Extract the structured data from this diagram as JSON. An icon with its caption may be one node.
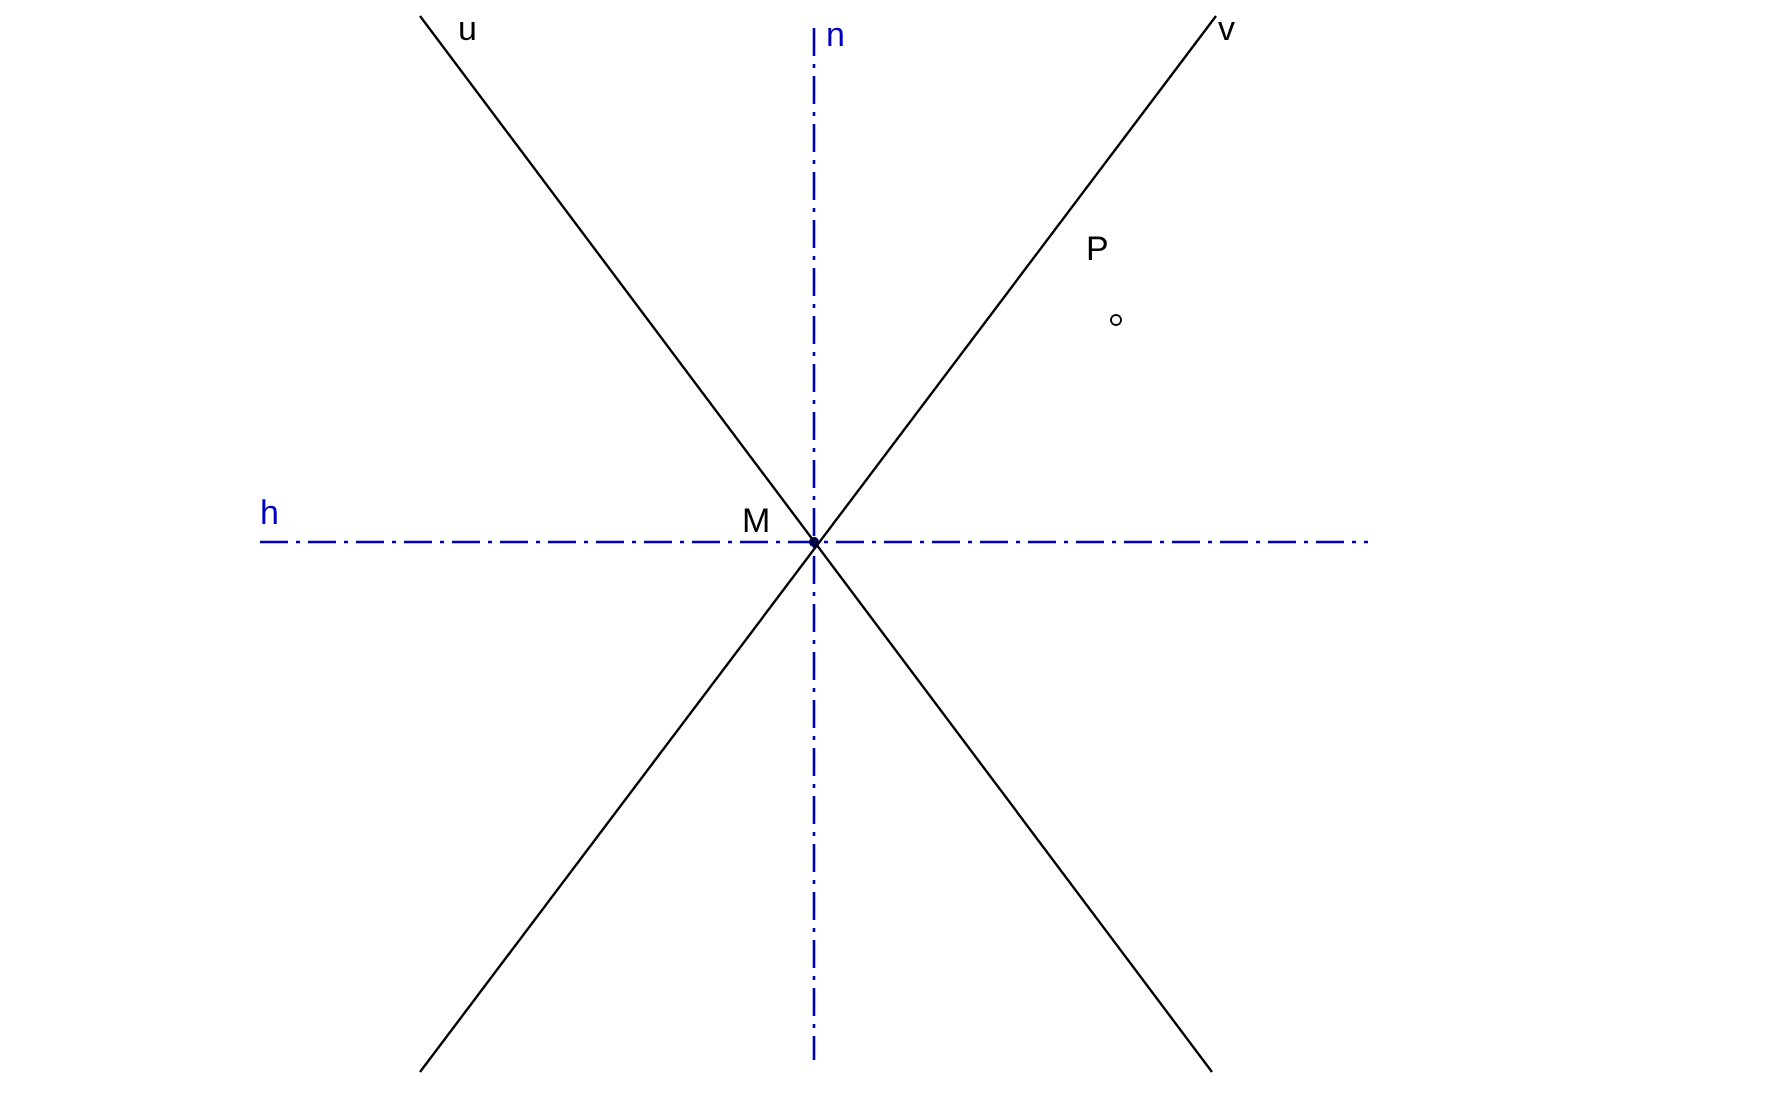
{
  "diagram": {
    "labels": [
      "u",
      "n",
      "v",
      "P",
      "h",
      "M"
    ]
  }
}
